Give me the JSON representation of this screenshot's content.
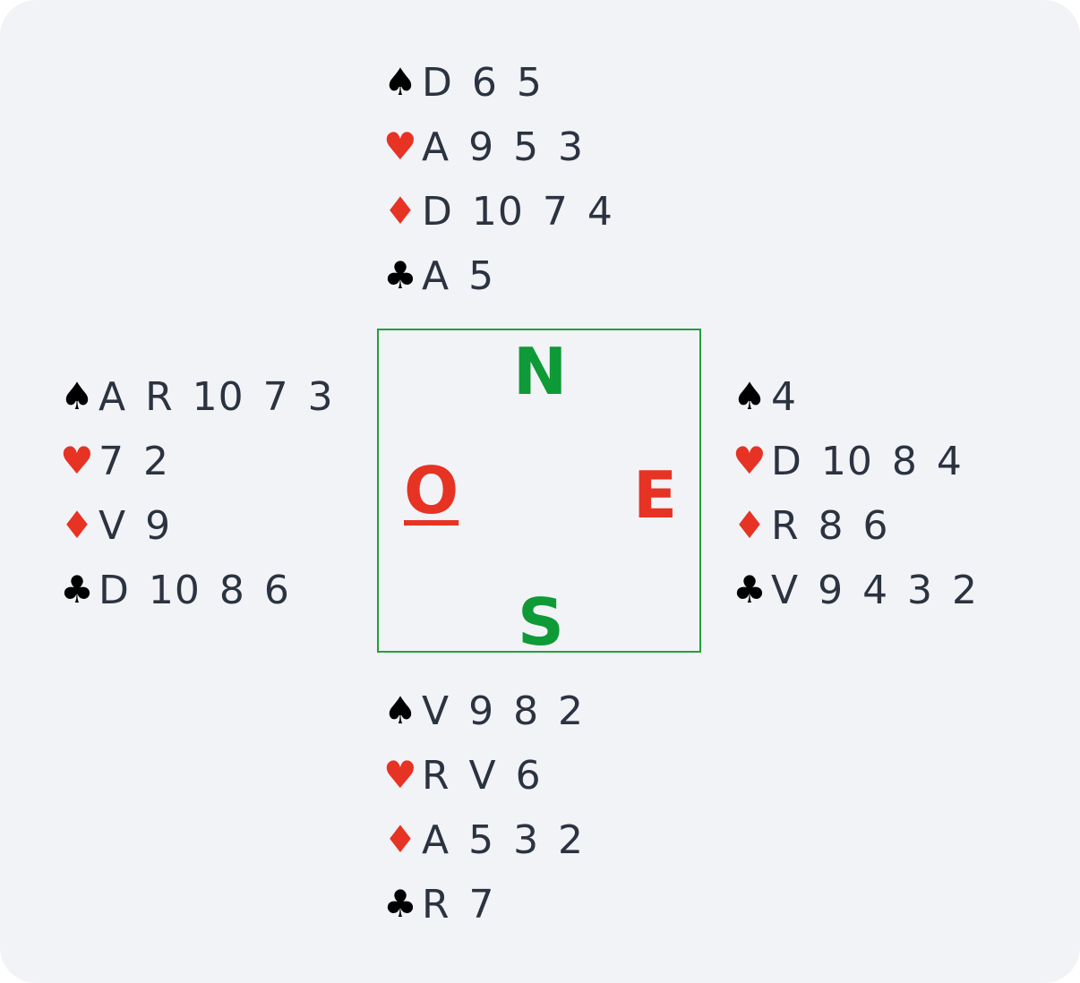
{
  "colors": {
    "background": "#f2f3f7",
    "red_suit": "#e63323",
    "black_suit": "#000000",
    "card_text": "#2b3340",
    "compass_border": "#22a03a",
    "ns_label": "#0e9a37",
    "ew_label": "#e63323"
  },
  "suits": {
    "spades": "♠",
    "hearts": "♥",
    "diamonds": "♦",
    "clubs": "♣"
  },
  "compass": {
    "north": "N",
    "south": "S",
    "east": "E",
    "west": "O",
    "dealer": "O"
  },
  "hands": {
    "north": {
      "spades": "D 6 5",
      "hearts": "A 9 5 3",
      "diamonds": "D 10 7 4",
      "clubs": "A 5"
    },
    "west": {
      "spades": "A R 10 7 3",
      "hearts": "7 2",
      "diamonds": "V 9",
      "clubs": "D 10 8 6"
    },
    "east": {
      "spades": "4",
      "hearts": "D 10 8 4",
      "diamonds": "R 8 6",
      "clubs": "V 9 4 3 2"
    },
    "south": {
      "spades": "V 9 8 2",
      "hearts": "R V 6",
      "diamonds": "A 5 3 2",
      "clubs": "R 7"
    }
  }
}
